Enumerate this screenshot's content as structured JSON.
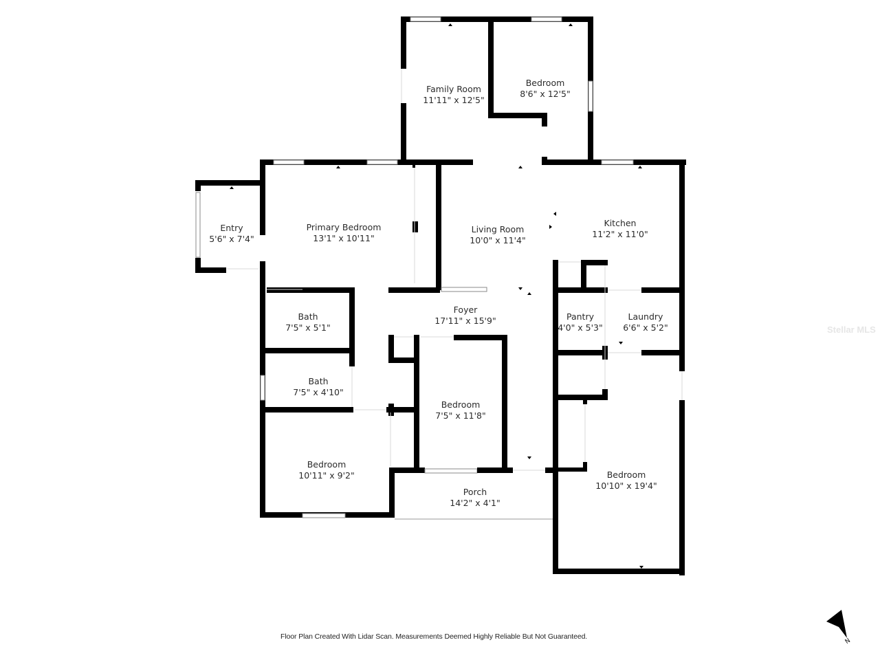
{
  "rooms": {
    "family_room": {
      "name": "Family Room",
      "dims": "11'11\" x 12'5\""
    },
    "bedroom_ne": {
      "name": "Bedroom",
      "dims": "8'6\" x 12'5\""
    },
    "entry": {
      "name": "Entry",
      "dims": "5'6\" x 7'4\""
    },
    "primary_bedroom": {
      "name": "Primary Bedroom",
      "dims": "13'1\" x 10'11\""
    },
    "living_room": {
      "name": "Living Room",
      "dims": "10'0\" x 11'4\""
    },
    "kitchen": {
      "name": "Kitchen",
      "dims": "11'2\" x 11'0\""
    },
    "foyer": {
      "name": "Foyer",
      "dims": "17'11\" x 15'9\""
    },
    "bath_1": {
      "name": "Bath",
      "dims": "7'5\" x 5'1\""
    },
    "bath_2": {
      "name": "Bath",
      "dims": "7'5\" x 4'10\""
    },
    "pantry": {
      "name": "Pantry",
      "dims": "4'0\" x 5'3\""
    },
    "laundry": {
      "name": "Laundry",
      "dims": "6'6\" x 5'2\""
    },
    "bedroom_center": {
      "name": "Bedroom",
      "dims": "7'5\" x 11'8\""
    },
    "bedroom_sw": {
      "name": "Bedroom",
      "dims": "10'11\" x 9'2\""
    },
    "porch": {
      "name": "Porch",
      "dims": "14'2\" x 4'1\""
    },
    "bedroom_se": {
      "name": "Bedroom",
      "dims": "10'10\" x 19'4\""
    }
  },
  "footer": {
    "note": "Floor Plan Created With Lidar Scan. Measurements Deemed Highly Reliable But Not Guaranteed.",
    "watermark": "Stellar MLS"
  },
  "compass": {
    "label": "N"
  }
}
